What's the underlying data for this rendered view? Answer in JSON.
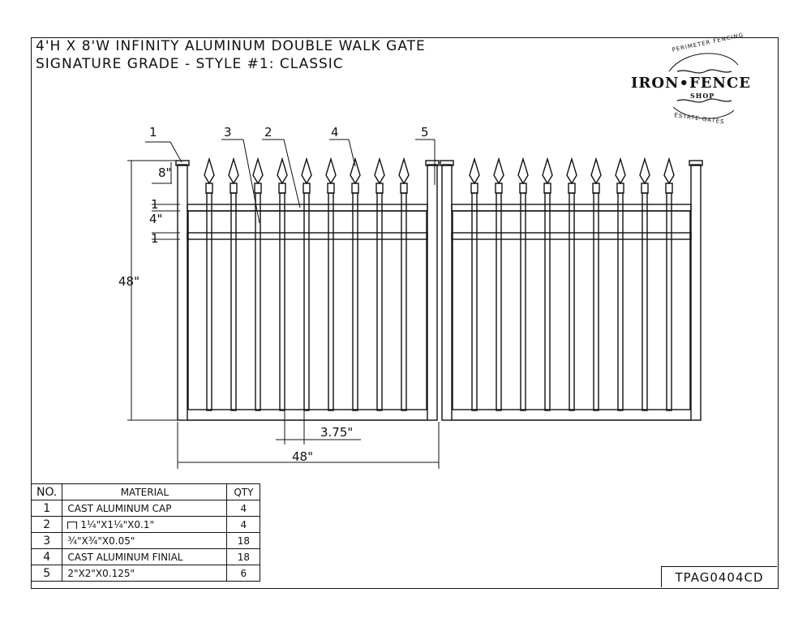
{
  "title": {
    "line1": "4'H X 8'W INFINITY ALUMINUM DOUBLE WALK GATE",
    "line2": "SIGNATURE GRADE - STYLE #1: CLASSIC"
  },
  "logo": {
    "top_arc": "PERIMETER FENCING",
    "main": "IRON•FENCE",
    "sub": "SHOP",
    "bottom_arc": "ESTATE GATES"
  },
  "callouts": [
    "1",
    "2",
    "3",
    "4",
    "5"
  ],
  "dimensions": {
    "finial_height": "8\"",
    "rail_top": "1",
    "rail_gap": "4\"",
    "rail_bottom": "1",
    "overall_height": "48\"",
    "picket_spacing": "3.75\"",
    "leaf_width": "48\""
  },
  "materials": {
    "headers": {
      "no": "NO.",
      "material": "MATERIAL",
      "qty": "QTY"
    },
    "rows": [
      {
        "no": "1",
        "material": "CAST ALUMINUM CAP",
        "qty": "4",
        "icon": false
      },
      {
        "no": "2",
        "material": "1¼\"X1¼\"X0.1\"",
        "qty": "4",
        "icon": true,
        "icon_name": "u-channel-icon"
      },
      {
        "no": "3",
        "material": "¾\"X¾\"X0.05\"",
        "qty": "18",
        "icon": false
      },
      {
        "no": "4",
        "material": "CAST ALUMINUM FINIAL",
        "qty": "18",
        "icon": false
      },
      {
        "no": "5",
        "material": "2\"X2\"X0.125\"",
        "qty": "6",
        "icon": false
      }
    ]
  },
  "drawing_number": "TPAG0404CD"
}
